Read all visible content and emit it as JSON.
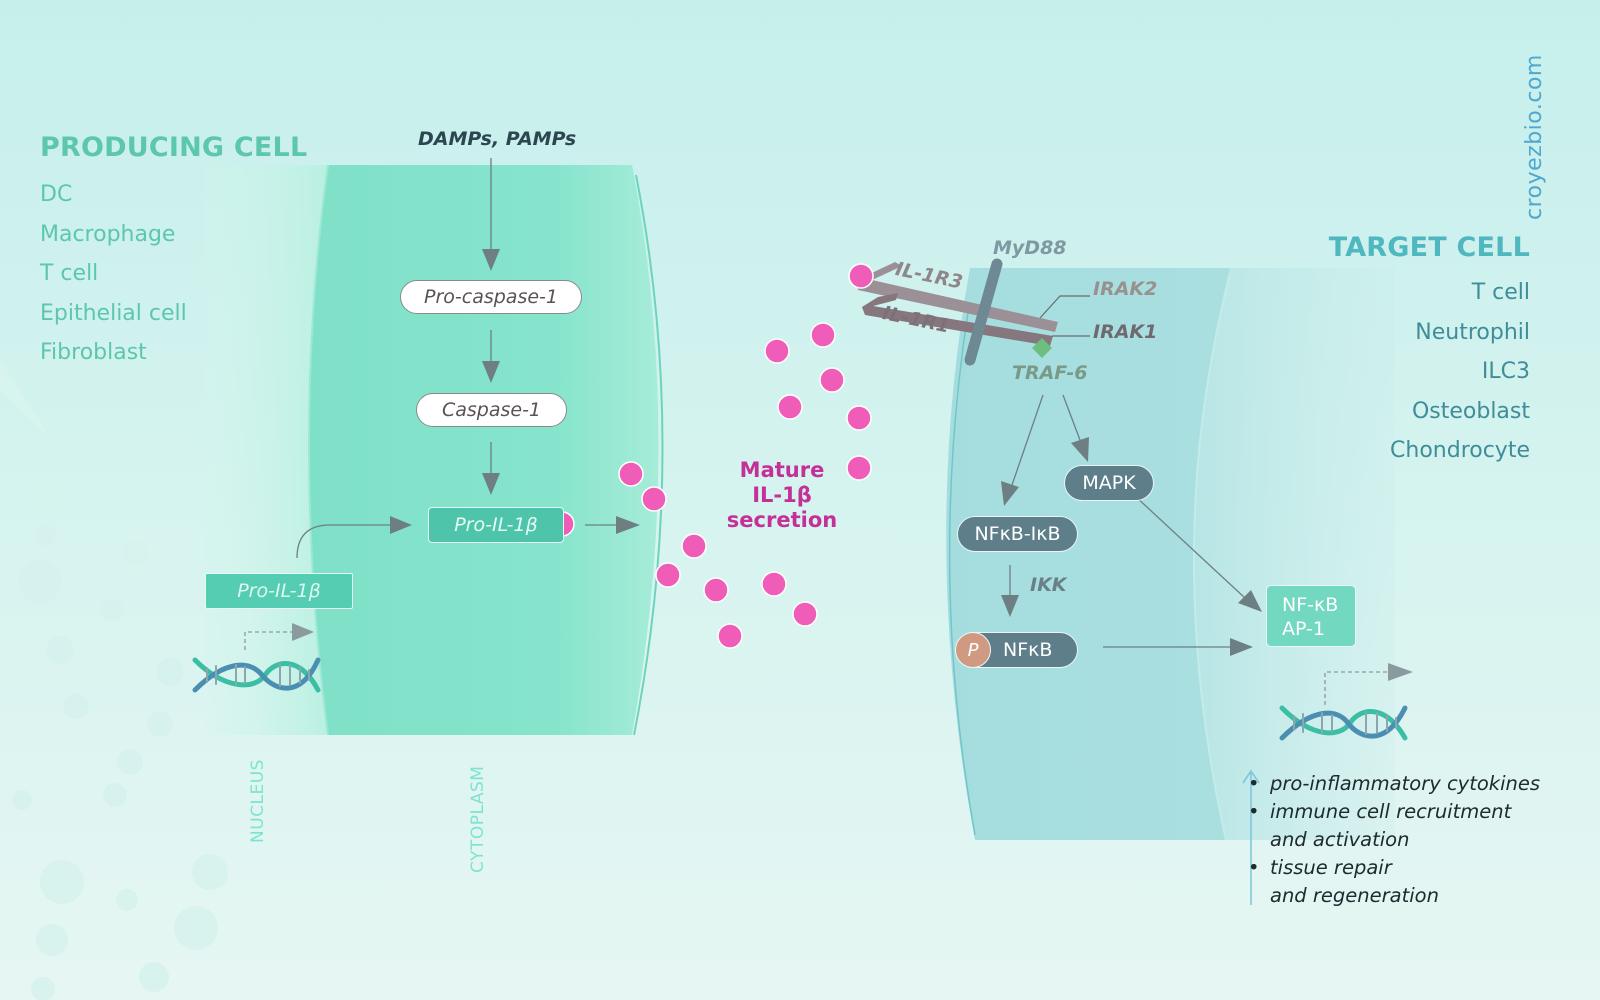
{
  "producing_cell": {
    "title": "PRODUCING CELL",
    "items": [
      "DC",
      "Macrophage",
      "T cell",
      "Epithelial cell",
      "Fibroblast"
    ]
  },
  "target_cell": {
    "title": "TARGET CELL",
    "items": [
      "T cell",
      "Neutrophil",
      "ILC3",
      "Osteoblast",
      "Chondrocyte"
    ]
  },
  "watermark": "croyezbio.com",
  "producing_pathway": {
    "stimulus": "DAMPs, PAMPs",
    "pro_caspase": "Pro-caspase-1",
    "caspase": "Caspase-1",
    "pro_il1b_cyto": "Pro-IL-1β",
    "pro_il1b_nucleus": "Pro-IL-1β",
    "nucleus_label": "NUCLEUS",
    "cytoplasm_label": "CYTOPLASM"
  },
  "secretion": {
    "line1": "Mature",
    "line2": "IL-1β",
    "line3": "secretion"
  },
  "receptor": {
    "il1r3": "IL-1R3",
    "il1r1": "IL-1R1",
    "myd88": "MyD88",
    "irak2": "IRAK2",
    "irak1": "IRAK1",
    "traf6": "TRAF-6"
  },
  "target_pathway": {
    "mapk": "MAPK",
    "nfkb_ikb": "NFκB-IκB",
    "ikk": "IKK",
    "p": "P",
    "nfkb": "NFκB",
    "tf_line1": "NF-κB",
    "tf_line2": "AP-1"
  },
  "outcomes": {
    "line1": "pro-inflammatory cytokines",
    "line2": "immune cell recruitment",
    "line3": "and activation",
    "line4": "tissue repair",
    "line5": "and regeneration"
  },
  "colors": {
    "producing_title": "#5cc7ab",
    "target_title": "#4fb7c0",
    "magenta": "#f05db8",
    "secretion_text": "#c52f98",
    "dark_pill": "#5e7f8a",
    "teal_box": "#4ec5aa"
  }
}
